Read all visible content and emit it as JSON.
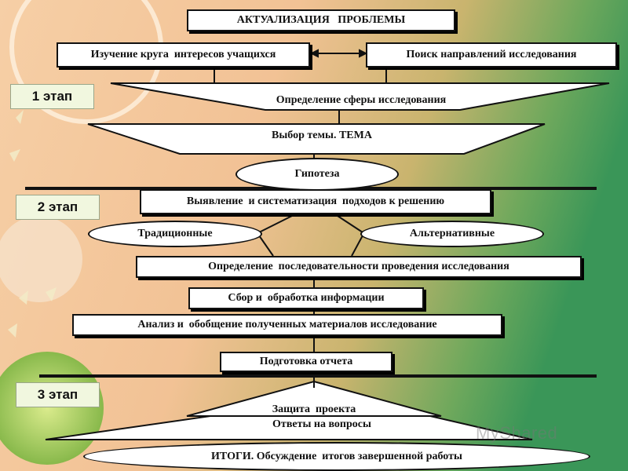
{
  "title": "АКТУАЛИЗАЦИЯ   ПРОБЛЕМЫ",
  "left_box": "Изучение круга  интересов учащихся",
  "right_box": "Поиск направлений исследования",
  "sphere": "Определение сферы исследования",
  "topic": "Выбор темы. ТЕМА",
  "hypothesis": "Гипотеза",
  "approaches": "Выявление  и систематизация  подходов к решению",
  "traditional": "Традиционные",
  "alternative": "Альтернативные",
  "sequence": "Определение  последовательности проведения исследования",
  "collection": "Сбор и  обработка информации",
  "analysis": "Анализ и  обобщение полученных материалов исследование",
  "report": "Подготовка отчета",
  "defense": "Защита  проекта",
  "answers": "Ответы на вопросы",
  "results": "ИТОГИ. Обсуждение  итогов завершенной работы",
  "stages": [
    "1 этап",
    "2 этап",
    "3 этап"
  ],
  "watermark": "MyShared",
  "colors": {
    "bg_left": "#f4c9a0",
    "bg_right": "#3f9a58",
    "stage_bg": "#f1f7df"
  }
}
